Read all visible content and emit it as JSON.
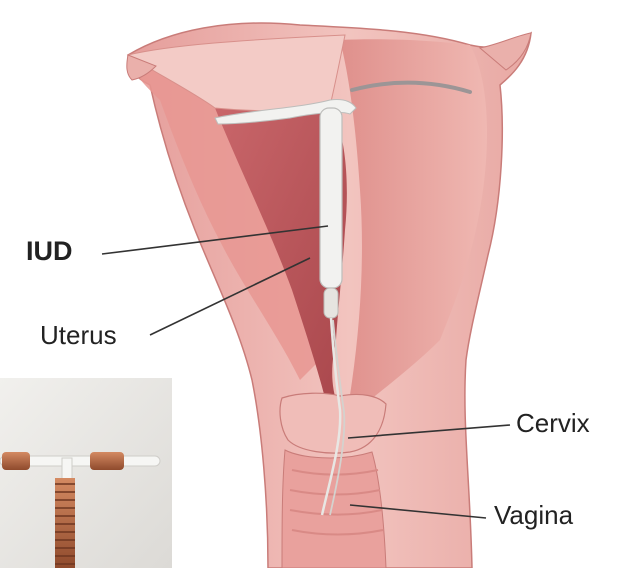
{
  "labels": {
    "iud": "IUD",
    "uterus": "Uterus",
    "cervix": "Cervix",
    "vagina": "Vagina"
  },
  "colors": {
    "tissue_outer": "#e9a7a4",
    "tissue_light": "#f4cfca",
    "tissue_inner": "#d9827f",
    "cavity_dark": "#b9585a",
    "copper": "#b96a46",
    "device_white": "#f2f2f0",
    "leader_line": "#333333"
  },
  "inset": {
    "description_name": "copper-t-iud-photo"
  }
}
